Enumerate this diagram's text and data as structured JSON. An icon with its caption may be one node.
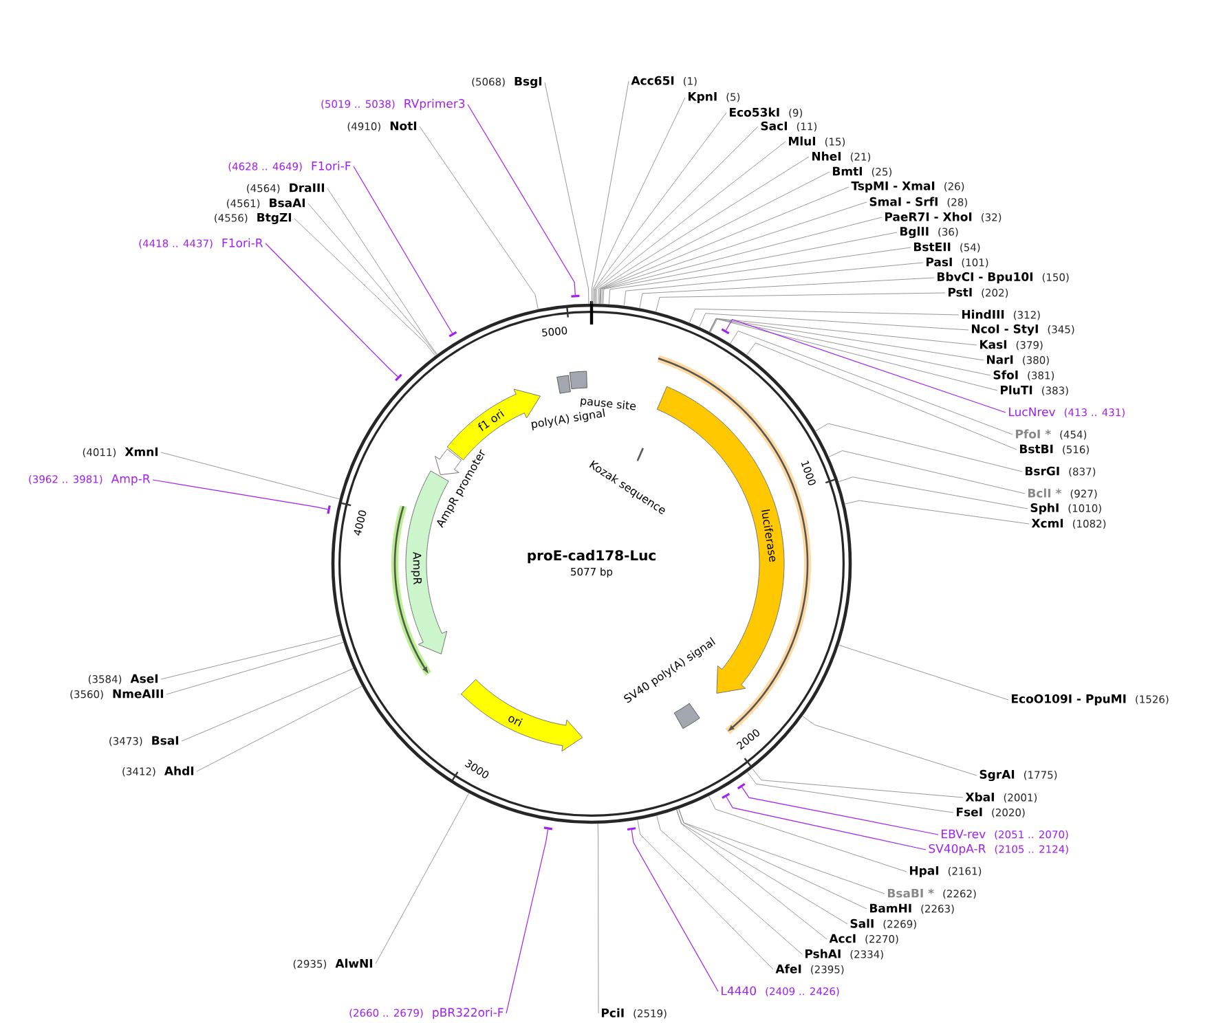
{
  "diagram": {
    "nodes": [
      {
        "text": [
          "proE-cad178-Luc",
          "5077 bp"
        ]
      },
      {
        "text": [
          "f1 ori"
        ],
        "in": 0
      },
      {
        "text": [
          "AmpR promoter"
        ],
        "in": 0
      },
      {
        "text": [
          "AmpR"
        ],
        "in": 0
      },
      {
        "text": [
          "ori"
        ],
        "in": 0
      },
      {
        "text": [
          "luciferase"
        ],
        "in": 0
      },
      {
        "text": [
          "pause site"
        ],
        "in": 0
      },
      {
        "text": [
          "poly(A) signal"
        ],
        "in": 0
      },
      {
        "text": [
          "Kozak sequence"
        ],
        "in": 0
      },
      {
        "text": [
          "SV40 poly(A) signal"
        ],
        "in": 0
      },
      {
        "text": [
          "(5068)",
          "BsgI"
        ]
      },
      {
        "text": [
          "(5019 .. 5038)",
          "RVprimer3"
        ]
      },
      {
        "text": [
          "(4910)",
          "NotI"
        ]
      },
      {
        "text": [
          "(4628 .. 4649)",
          "F1ori-F"
        ]
      },
      {
        "text": [
          "(4564)",
          "DraIII"
        ]
      },
      {
        "text": [
          "(4561)",
          "BsaAI"
        ]
      },
      {
        "text": [
          "(4556)",
          "BtgZI"
        ]
      },
      {
        "text": [
          "(4418 .. 4437)",
          "F1ori-R"
        ]
      },
      {
        "text": [
          "Acc65I",
          "(1)"
        ]
      },
      {
        "text": [
          "KpnI",
          "(5)"
        ]
      },
      {
        "text": [
          "Eco53kI",
          "(9)"
        ]
      },
      {
        "text": [
          "SacI",
          "(11)"
        ]
      },
      {
        "text": [
          "MluI",
          "(15)"
        ]
      },
      {
        "text": [
          "NheI",
          "(21)"
        ]
      },
      {
        "text": [
          "BmtI",
          "(25)"
        ]
      },
      {
        "text": [
          "TspMI - XmaI",
          "(26)"
        ]
      },
      {
        "text": [
          "SmaI - SrfI",
          "(28)"
        ]
      },
      {
        "text": [
          "PaeR7I - XhoI",
          "(32)"
        ]
      },
      {
        "text": [
          "BglII",
          "(36)"
        ]
      },
      {
        "text": [
          "BstEII",
          "(54)"
        ]
      },
      {
        "text": [
          "PasI",
          "(101)"
        ]
      },
      {
        "text": [
          "BbvCI - Bpu10I",
          "(150)"
        ]
      },
      {
        "text": [
          "PstI",
          "(202)"
        ]
      },
      {
        "text": [
          "HindIII",
          "(312)"
        ]
      },
      {
        "text": [
          "NcoI - StyI",
          "(345)"
        ]
      },
      {
        "text": [
          "KasI",
          "(379)"
        ]
      },
      {
        "text": [
          "NarI",
          "(380)"
        ]
      },
      {
        "text": [
          "SfoI",
          "(381)"
        ]
      },
      {
        "text": [
          "PluTI",
          "(383)"
        ]
      },
      {
        "text": [
          "LucNrev",
          "(413 .. 431)"
        ]
      },
      {
        "text": [
          "PfoI *",
          "(454)"
        ]
      },
      {
        "text": [
          "BstBI",
          "(516)"
        ]
      },
      {
        "text": [
          "BsrGI",
          "(837)"
        ]
      },
      {
        "text": [
          "BclI *",
          "(927)"
        ]
      },
      {
        "text": [
          "SphI",
          "(1010)"
        ]
      },
      {
        "text": [
          "XcmI",
          "(1082)"
        ]
      },
      {
        "text": [
          "(4011)",
          "XmnI"
        ]
      },
      {
        "text": [
          "(3962 .. 3981)",
          "Amp-R"
        ]
      },
      {
        "text": [
          "(3584)",
          "AseI"
        ]
      },
      {
        "text": [
          "(3560)",
          "NmeAIII"
        ]
      },
      {
        "text": [
          "(3473)",
          "BsaI"
        ]
      },
      {
        "text": [
          "(3412)",
          "AhdI"
        ]
      },
      {
        "text": [
          "EcoO109I - PpuMI",
          "(1526)"
        ]
      },
      {
        "text": [
          "SgrAI",
          "(1775)"
        ]
      },
      {
        "text": [
          "XbaI",
          "(2001)"
        ]
      },
      {
        "text": [
          "FseI",
          "(2020)"
        ]
      },
      {
        "text": [
          "EBV-rev",
          "(2051 .. 2070)"
        ]
      },
      {
        "text": [
          "SV40pA-R",
          "(2105 .. 2124)"
        ]
      },
      {
        "text": [
          "HpaI",
          "(2161)"
        ]
      },
      {
        "text": [
          "BsaBI *",
          "(2262)"
        ]
      },
      {
        "text": [
          "BamHI",
          "(2263)"
        ]
      },
      {
        "text": [
          "SalI",
          "(2269)"
        ]
      },
      {
        "text": [
          "AccI",
          "(2270)"
        ]
      },
      {
        "text": [
          "PshAI",
          "(2334)"
        ]
      },
      {
        "text": [
          "AfeI",
          "(2395)"
        ]
      },
      {
        "text": [
          "L4440",
          "(2409 .. 2426)"
        ]
      },
      {
        "text": [
          "(2935)",
          "AlwNI"
        ]
      },
      {
        "text": [
          "(2660 .. 2679)",
          "pBR322ori-F"
        ]
      },
      {
        "text": [
          "PciI",
          "(2519)"
        ]
      },
      {
        "text": [],
        "shape": "bar"
      },
      {
        "text": [],
        "shape": "bar"
      },
      {
        "text": [],
        "shape": "bar"
      },
      {
        "text": [],
        "shape": "bar"
      },
      {
        "text": [],
        "shape": "bar"
      },
      {
        "text": [],
        "shape": "bar"
      },
      {
        "text": [],
        "shape": "bar"
      },
      {
        "text": [],
        "shape": "bar"
      },
      {
        "text": [],
        "shape": "bar"
      }
    ],
    "edges": [
      {
        "from": 10,
        "to": 0,
        "arrow": "none"
      },
      {
        "from": 11,
        "to": 69,
        "arrow": "none",
        "color": "#a020f0"
      },
      {
        "from": 12,
        "to": 0,
        "arrow": "none"
      },
      {
        "from": 13,
        "to": 70,
        "arrow": "none",
        "color": "#a020f0"
      },
      {
        "from": 14,
        "to": 0,
        "arrow": "none"
      },
      {
        "from": 15,
        "to": 0,
        "arrow": "none"
      },
      {
        "from": 16,
        "to": 0,
        "arrow": "none"
      },
      {
        "from": 17,
        "to": 71,
        "arrow": "none",
        "color": "#a020f0"
      },
      {
        "from": 18,
        "to": 0,
        "arrow": "none"
      },
      {
        "from": 19,
        "to": 0,
        "arrow": "none"
      },
      {
        "from": 20,
        "to": 0,
        "arrow": "none"
      },
      {
        "from": 21,
        "to": 0,
        "arrow": "none"
      },
      {
        "from": 22,
        "to": 0,
        "arrow": "none"
      },
      {
        "from": 23,
        "to": 0,
        "arrow": "none"
      },
      {
        "from": 24,
        "to": 0,
        "arrow": "none"
      },
      {
        "from": 25,
        "to": 0,
        "arrow": "none"
      },
      {
        "from": 26,
        "to": 0,
        "arrow": "none"
      },
      {
        "from": 27,
        "to": 0,
        "arrow": "none"
      },
      {
        "from": 28,
        "to": 0,
        "arrow": "none"
      },
      {
        "from": 29,
        "to": 0,
        "arrow": "none"
      },
      {
        "from": 30,
        "to": 0,
        "arrow": "none"
      },
      {
        "from": 31,
        "to": 0,
        "arrow": "none"
      },
      {
        "from": 32,
        "to": 0,
        "arrow": "none"
      },
      {
        "from": 33,
        "to": 0,
        "arrow": "none"
      },
      {
        "from": 34,
        "to": 0,
        "arrow": "none"
      },
      {
        "from": 35,
        "to": 0,
        "arrow": "none"
      },
      {
        "from": 36,
        "to": 0,
        "arrow": "none"
      },
      {
        "from": 37,
        "to": 0,
        "arrow": "none"
      },
      {
        "from": 38,
        "to": 0,
        "arrow": "none"
      },
      {
        "from": 39,
        "to": 72,
        "arrow": "none",
        "color": "#a020f0"
      },
      {
        "from": 40,
        "to": 0,
        "arrow": "none"
      },
      {
        "from": 41,
        "to": 0,
        "arrow": "none"
      },
      {
        "from": 42,
        "to": 0,
        "arrow": "none"
      },
      {
        "from": 43,
        "to": 0,
        "arrow": "none"
      },
      {
        "from": 44,
        "to": 0,
        "arrow": "none"
      },
      {
        "from": 45,
        "to": 0,
        "arrow": "none"
      },
      {
        "from": 46,
        "to": 0,
        "arrow": "none"
      },
      {
        "from": 47,
        "to": 73,
        "arrow": "none",
        "color": "#a020f0"
      },
      {
        "from": 48,
        "to": 0,
        "arrow": "none"
      },
      {
        "from": 49,
        "to": 0,
        "arrow": "none"
      },
      {
        "from": 50,
        "to": 0,
        "arrow": "none"
      },
      {
        "from": 51,
        "to": 0,
        "arrow": "none"
      },
      {
        "from": 52,
        "to": 0,
        "arrow": "none"
      },
      {
        "from": 53,
        "to": 0,
        "arrow": "none"
      },
      {
        "from": 54,
        "to": 0,
        "arrow": "none"
      },
      {
        "from": 55,
        "to": 0,
        "arrow": "none"
      },
      {
        "from": 56,
        "to": 74,
        "arrow": "none",
        "color": "#a020f0"
      },
      {
        "from": 57,
        "to": 75,
        "arrow": "none",
        "color": "#a020f0"
      },
      {
        "from": 58,
        "to": 0,
        "arrow": "none"
      },
      {
        "from": 59,
        "to": 0,
        "arrow": "none"
      },
      {
        "from": 60,
        "to": 0,
        "arrow": "none"
      },
      {
        "from": 61,
        "to": 0,
        "arrow": "none"
      },
      {
        "from": 62,
        "to": 0,
        "arrow": "none"
      },
      {
        "from": 63,
        "to": 0,
        "arrow": "none"
      },
      {
        "from": 64,
        "to": 0,
        "arrow": "none"
      },
      {
        "from": 65,
        "to": 76,
        "arrow": "none",
        "color": "#a020f0"
      },
      {
        "from": 66,
        "to": 0,
        "arrow": "none"
      },
      {
        "from": 67,
        "to": 77,
        "arrow": "none",
        "color": "#a020f0"
      },
      {
        "from": 68,
        "to": 0,
        "arrow": "none"
      }
    ],
    "labels": [
      "5000",
      "1000",
      "4000",
      "2000",
      "3000"
    ]
  }
}
